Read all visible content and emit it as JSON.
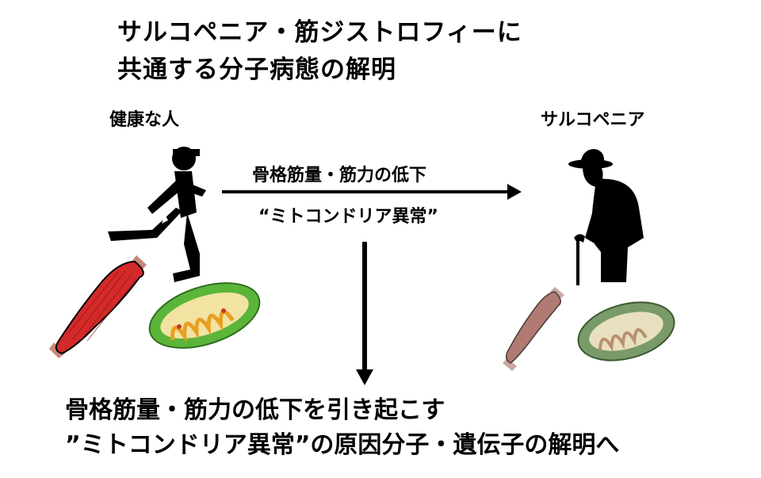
{
  "title": {
    "line1": "サルコペニア・筋ジストロフィーに",
    "line2": "共通する分子病態の解明"
  },
  "labels": {
    "healthy": "健康な人",
    "sarcopenia": "サルコペニア"
  },
  "arrow_labels": {
    "top": "骨格筋量・筋力の低下",
    "bottom": "“ミトコンドリア異常”"
  },
  "conclusion": {
    "line1": "骨格筋量・筋力の低下を引き起こす",
    "line2": "”ミトコンドリア異常”の原因分子・遺伝子の解明へ"
  },
  "colors": {
    "muscle_healthy": "#d42a2a",
    "muscle_aged": "#b07a72",
    "mito_healthy": "#5bb53a",
    "mito_aged": "#7a9a6a",
    "mito_inner": "#e8a020"
  },
  "icons": [
    "runner-icon",
    "elderly-person-icon",
    "muscle-icon",
    "mitochondrion-icon"
  ]
}
